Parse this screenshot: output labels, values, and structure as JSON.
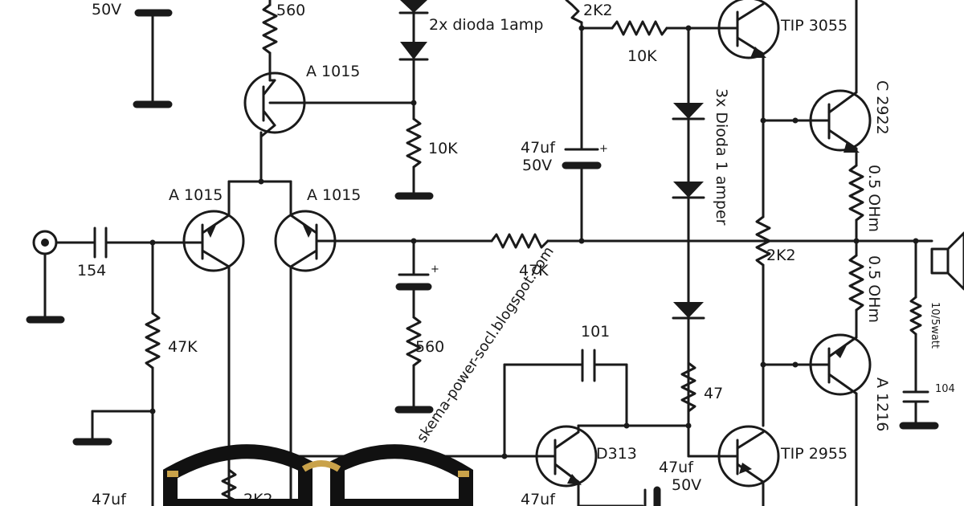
{
  "labels": {
    "cap_top_left_voltage": "50V",
    "r_top_560": "560",
    "diodes_top": "2x dioda 1amp",
    "q_top_a1015": "A 1015",
    "r_10k_left": "10K",
    "q_diff_left": "A 1015",
    "q_diff_right": "A 1015",
    "c_input": "154",
    "r_47k_vertical": "47K",
    "c_bottom_left": "47uf",
    "r_2k2_bottom": "2K2",
    "r_560_mid": "560",
    "r_2k2_top": "2K2",
    "r_10k_top": "10K",
    "c_47uf_mid": "47uf",
    "c_47uf_mid_v": "50V",
    "r_47k_horizontal": "47K",
    "watermark": "skema-power-socl.blogspot.com",
    "c_101": "101",
    "q_d313": "D313",
    "c_47uf_bottom": "47uf",
    "c_47uf_bottom_v": "50V",
    "c_47uf_bottom2": "47uf",
    "r_47": "47",
    "diodes_3x": "3x Dioda 1 amper",
    "q_tip3055": "TIP 3055",
    "q_tip2955": "TIP 2955",
    "q_c2922": "C 2922",
    "r_2k2_right": "2K2",
    "r_05_top": "0.5 OHm",
    "r_05_bottom": "0.5 OHm",
    "q_a1216": "A 1216",
    "r_10_5watt": "10/5watt",
    "c_104": "104",
    "plus": "+"
  },
  "colors": {
    "wire": "#1a1a1a",
    "background": "#ffffff",
    "glasses_frame": "#111111",
    "glasses_gold": "#c9a24a"
  }
}
